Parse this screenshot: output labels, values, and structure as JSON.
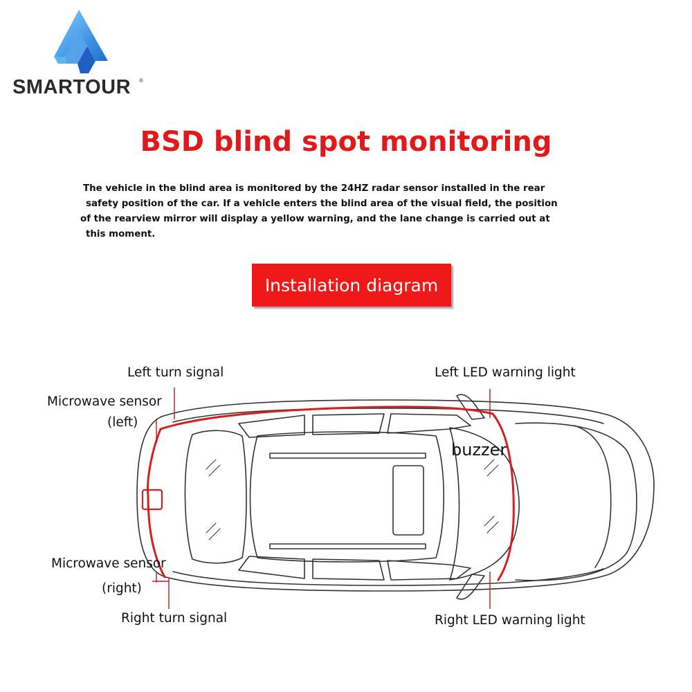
{
  "brand": {
    "name": "SMARTOUR",
    "registered_mark": "®"
  },
  "title": "BSD blind spot monitoring",
  "description": [
    "The vehicle in the blind area is monitored by the 24HZ radar sensor installed in the rear",
    "safety position of the car. If a vehicle enters the blind area of the visual field, the position",
    "of the rearview mirror will display a yellow warning, and the lane change is carried out at",
    "this moment."
  ],
  "button_label": "Installation diagram",
  "labels": {
    "left_turn_signal": "Left turn signal",
    "microwave_left_1": "Microwave sensor",
    "microwave_left_2": "(left)",
    "left_led": "Left LED warning light",
    "buzzer": "buzzer",
    "microwave_right_1": "Microwave sensor",
    "microwave_right_2": "(right)",
    "right_turn_signal": "Right turn signal",
    "right_led": "Right LED warning light"
  },
  "colors": {
    "title_red": "#e01a1a",
    "button_red": "#f01818",
    "wire_red": "#d42020",
    "logo_blue": "#2f8fe0"
  }
}
